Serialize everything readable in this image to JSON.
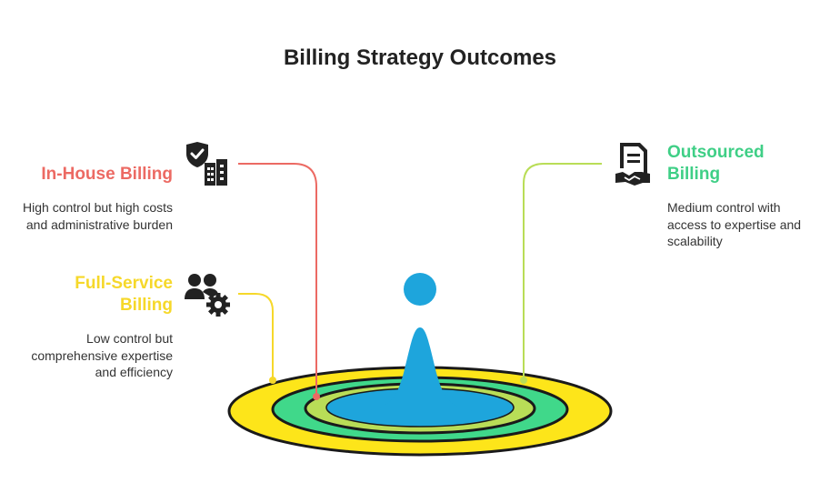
{
  "title": "Billing Strategy Outcomes",
  "items": [
    {
      "label": "In-House Billing",
      "description": "High control but high costs and administrative burden",
      "color": "#ec6a63",
      "icon": "shield-check-building-icon"
    },
    {
      "label": "Full-Service Billing",
      "description": "Low control but comprehensive expertise and efficiency",
      "color": "#f6d82a",
      "icon": "users-gear-icon"
    },
    {
      "label": "Outsourced Billing",
      "description": "Medium control with access to expertise and scalability",
      "color": "#3fcf86",
      "icon": "contract-handshake-icon"
    }
  ],
  "colors": {
    "yellow_ring": "#fde51a",
    "green_ring": "#40d88a",
    "lime_ring": "#b9dd57",
    "blue_center": "#1ea5dc",
    "outline": "#1a1a1a"
  }
}
